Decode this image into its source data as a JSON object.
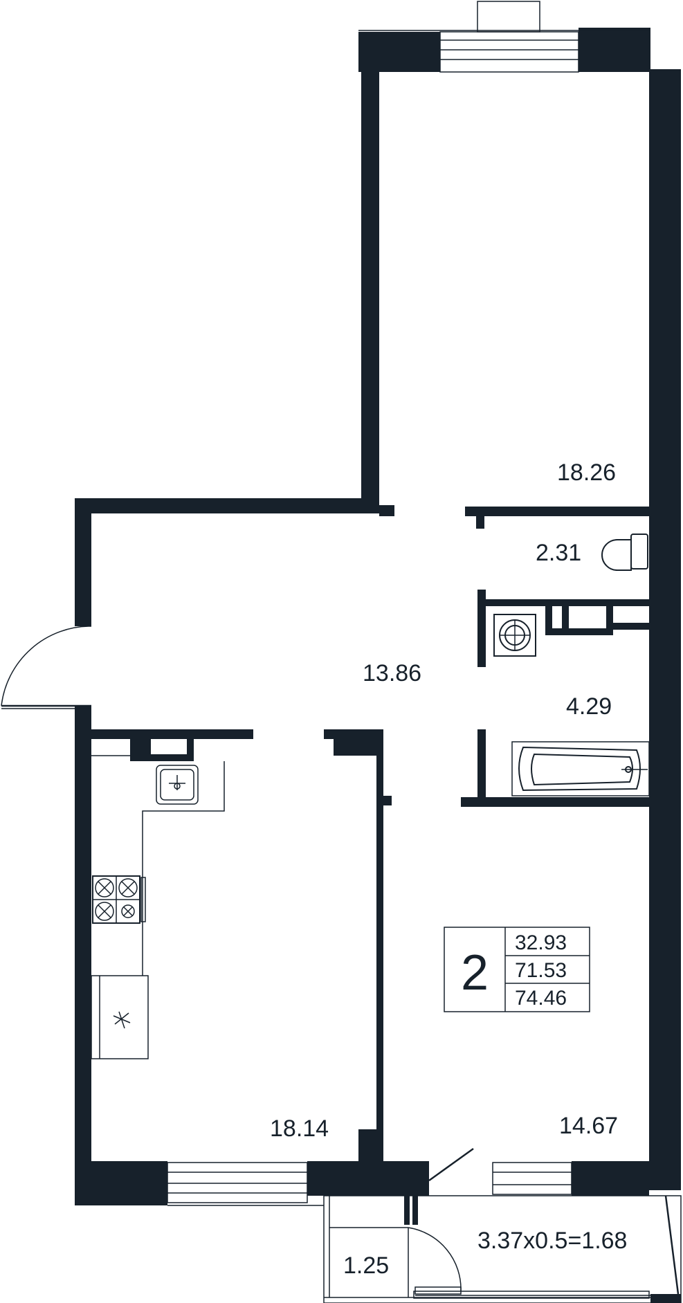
{
  "plan": {
    "rooms": [
      {
        "id": "bedroom-top",
        "area": "18.26"
      },
      {
        "id": "toilet",
        "area": "2.31"
      },
      {
        "id": "hall",
        "area": "13.86"
      },
      {
        "id": "bathroom",
        "area": "4.29"
      },
      {
        "id": "kitchen",
        "area": "18.14"
      },
      {
        "id": "bedroom-bottom",
        "area": "14.67"
      },
      {
        "id": "loggia",
        "area": "3.37x0.5=1.68"
      },
      {
        "id": "balcony",
        "area": "1.25"
      }
    ],
    "legend": {
      "rooms_count": "2",
      "living_area": "32.93",
      "total_area": "71.53",
      "total_with_balcony": "74.46"
    }
  },
  "colors": {
    "wall": "#17212b",
    "background": "#ffffff"
  }
}
